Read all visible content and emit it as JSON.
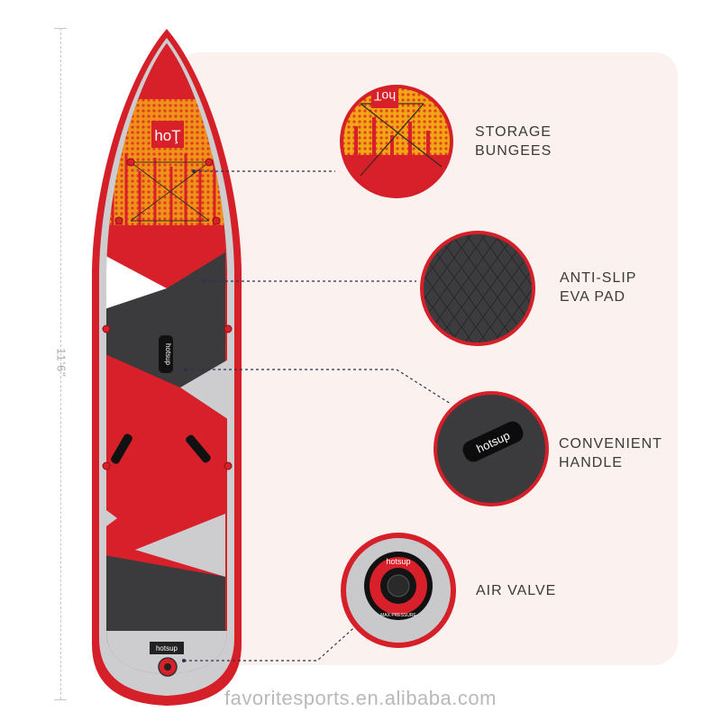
{
  "dimension": {
    "length_label": "11'6\""
  },
  "board": {
    "nose_logo": "hoŢ",
    "handle_brand": "hotsup",
    "tail_brand": "hotsup"
  },
  "features": [
    {
      "line1": "STORAGE",
      "line2": "BUNGEES"
    },
    {
      "line1": "ANTI-SLIP",
      "line2": "EVA PAD"
    },
    {
      "line1": "CONVENIENT",
      "line2": "HANDLE"
    },
    {
      "line1": "AIR VALVE",
      "line2": ""
    }
  ],
  "valve": {
    "brand": "hotsup",
    "warning": "MAX PRESSURE"
  },
  "footer": {
    "watermark": "favoritesports.en.alibaba.com"
  },
  "colors": {
    "board_red": "#d8202a",
    "deck_gray": "#3b3b3d",
    "rail_gray": "#cfcfd2",
    "accent_yellow": "#f5b21a"
  }
}
